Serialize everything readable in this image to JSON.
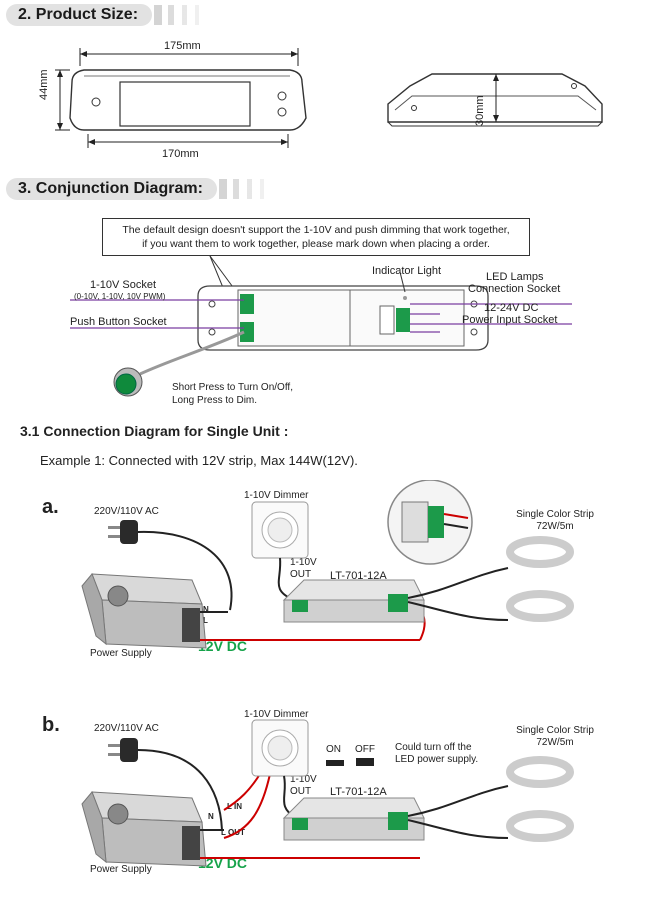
{
  "sections": {
    "product_size": {
      "number": "2.",
      "title": "Product Size:"
    },
    "conjunction": {
      "number": "3.",
      "title": "Conjunction Diagram:"
    }
  },
  "product_size": {
    "dim_top_width": "175mm",
    "dim_bottom_width": "170mm",
    "dim_height": "44mm",
    "dim_side_height": "30mm"
  },
  "conjunction": {
    "note_line1": "The default design doesn't support the 1-10V and push dimming that work together,",
    "note_line2": "if you want them to work together, please mark down when placing a order.",
    "socket_110v_label": "1-10V Socket",
    "socket_110v_sub": "(0-10V, 1-10V, 10V PWM)",
    "push_button_label": "Push Button Socket",
    "indicator_label": "Indicator Light",
    "led_lamps_line1": "LED Lamps",
    "led_lamps_line2": "Connection Socket",
    "power_input_line1": "12-24V DC",
    "power_input_line2": "Power Input Socket",
    "press_line1": "Short Press to Turn On/Off,",
    "press_line2": "Long Press to Dim."
  },
  "single_unit": {
    "heading": "3.1 Connection Diagram for Single Unit :",
    "example": "Example 1: Connected with 12V strip, Max 144W(12V)."
  },
  "diagram_a": {
    "letter": "a.",
    "ac_label": "220V/110V AC",
    "dimmer_label": "1-10V Dimmer",
    "out_line1": "1-10V",
    "out_line2": "OUT",
    "model": "LT-701-12A",
    "strip_line1": "Single Color Strip",
    "strip_line2": "72W/5m",
    "psu_label": "Power Supply",
    "dc_label": "12V DC",
    "n": "N",
    "l": "L",
    "plus": "+",
    "minus": "-"
  },
  "diagram_b": {
    "letter": "b.",
    "ac_label": "220V/110V AC",
    "dimmer_label": "1-10V Dimmer",
    "out_line1": "1-10V",
    "out_line2": "OUT",
    "model": "LT-701-12A",
    "strip_line1": "Single Color Strip",
    "strip_line2": "72W/5m",
    "psu_label": "Power Supply",
    "dc_label": "12V DC",
    "on_label": "ON",
    "off_label": "OFF",
    "turnoff_line1": "Could turn off the",
    "turnoff_line2": "LED power supply.",
    "l_in": "L  IN",
    "l_out": "L OUT",
    "n": "N",
    "plus": "+",
    "minus": "-"
  }
}
